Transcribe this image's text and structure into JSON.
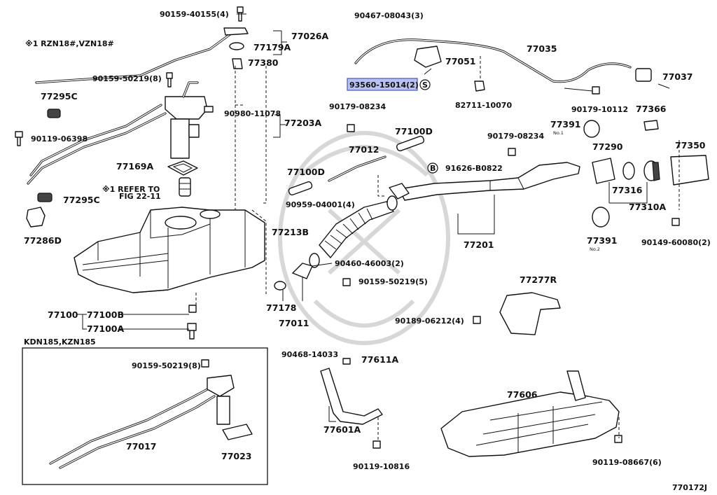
{
  "diagram_code": "770172J",
  "notes": {
    "applicability": "※1 RZN18#,VZN18#",
    "refer": [
      "※1  REFER TO",
      "FIG 22-11"
    ],
    "inset_title": "KDN185,KZN185"
  },
  "labels": {
    "l90159_40155": "90159-40155(4)",
    "l77026A": "77026A",
    "l77179A": "77179A",
    "l77380": "77380",
    "l90159_50219_8": "90159-50219(8)",
    "l77295C_top": "77295C",
    "l90980_11078": "90980-11078",
    "l77203A": "77203A",
    "l90119_06398": "90119-06398",
    "l77169A": "77169A",
    "l77295C_bot": "77295C",
    "l77286D": "77286D",
    "l77100": "77100",
    "l77100B": "77100B",
    "l77100A": "77100A",
    "l90467_08043": "90467-08043(3)",
    "l77035": "77035",
    "l77051": "77051",
    "l93560_15014": "93560-15014(2)",
    "l82711_10070": "82711-10070",
    "l77037": "77037",
    "l90179_10112": "90179-10112",
    "l90179_08234_a": "90179-08234",
    "l77012": "77012",
    "l77100D_a": "77100D",
    "l77100D_b": "77100D",
    "l90959_04001": "90959-04001(4)",
    "l91626_B0822": "91626-B0822",
    "l90179_08234_b": "90179-08234",
    "l77213B": "77213B",
    "l90460_46003": "90460-46003(2)",
    "l90159_50219_5": "90159-50219(5)",
    "l77178": "77178",
    "l77011": "77011",
    "l77201": "77201",
    "l77391_1": "77391",
    "l77391_1_no": "No.1",
    "l77290": "77290",
    "l77366": "77366",
    "l77350": "77350",
    "l77316": "77316",
    "l77310A": "77310A",
    "l77391_2": "77391",
    "l77391_2_no": "No.2",
    "l90149_60080": "90149-60080(2)",
    "l77277R": "77277R",
    "l90189_06212": "90189-06212(4)",
    "l90468_14033": "90468-14033",
    "l77611A": "77611A",
    "l77601A": "77601A",
    "l90119_10816": "90119-10816",
    "l77606": "77606",
    "l90119_08667": "90119-08667(6)",
    "l90159_50219_inset": "90159-50219(8)",
    "l77017": "77017",
    "l77023": "77023"
  },
  "symbols": {
    "s_mark": "S",
    "b_mark": "B"
  },
  "colors": {
    "highlight": "#b9c2ee",
    "highlight_border": "#4257c8",
    "line": "#111111"
  }
}
